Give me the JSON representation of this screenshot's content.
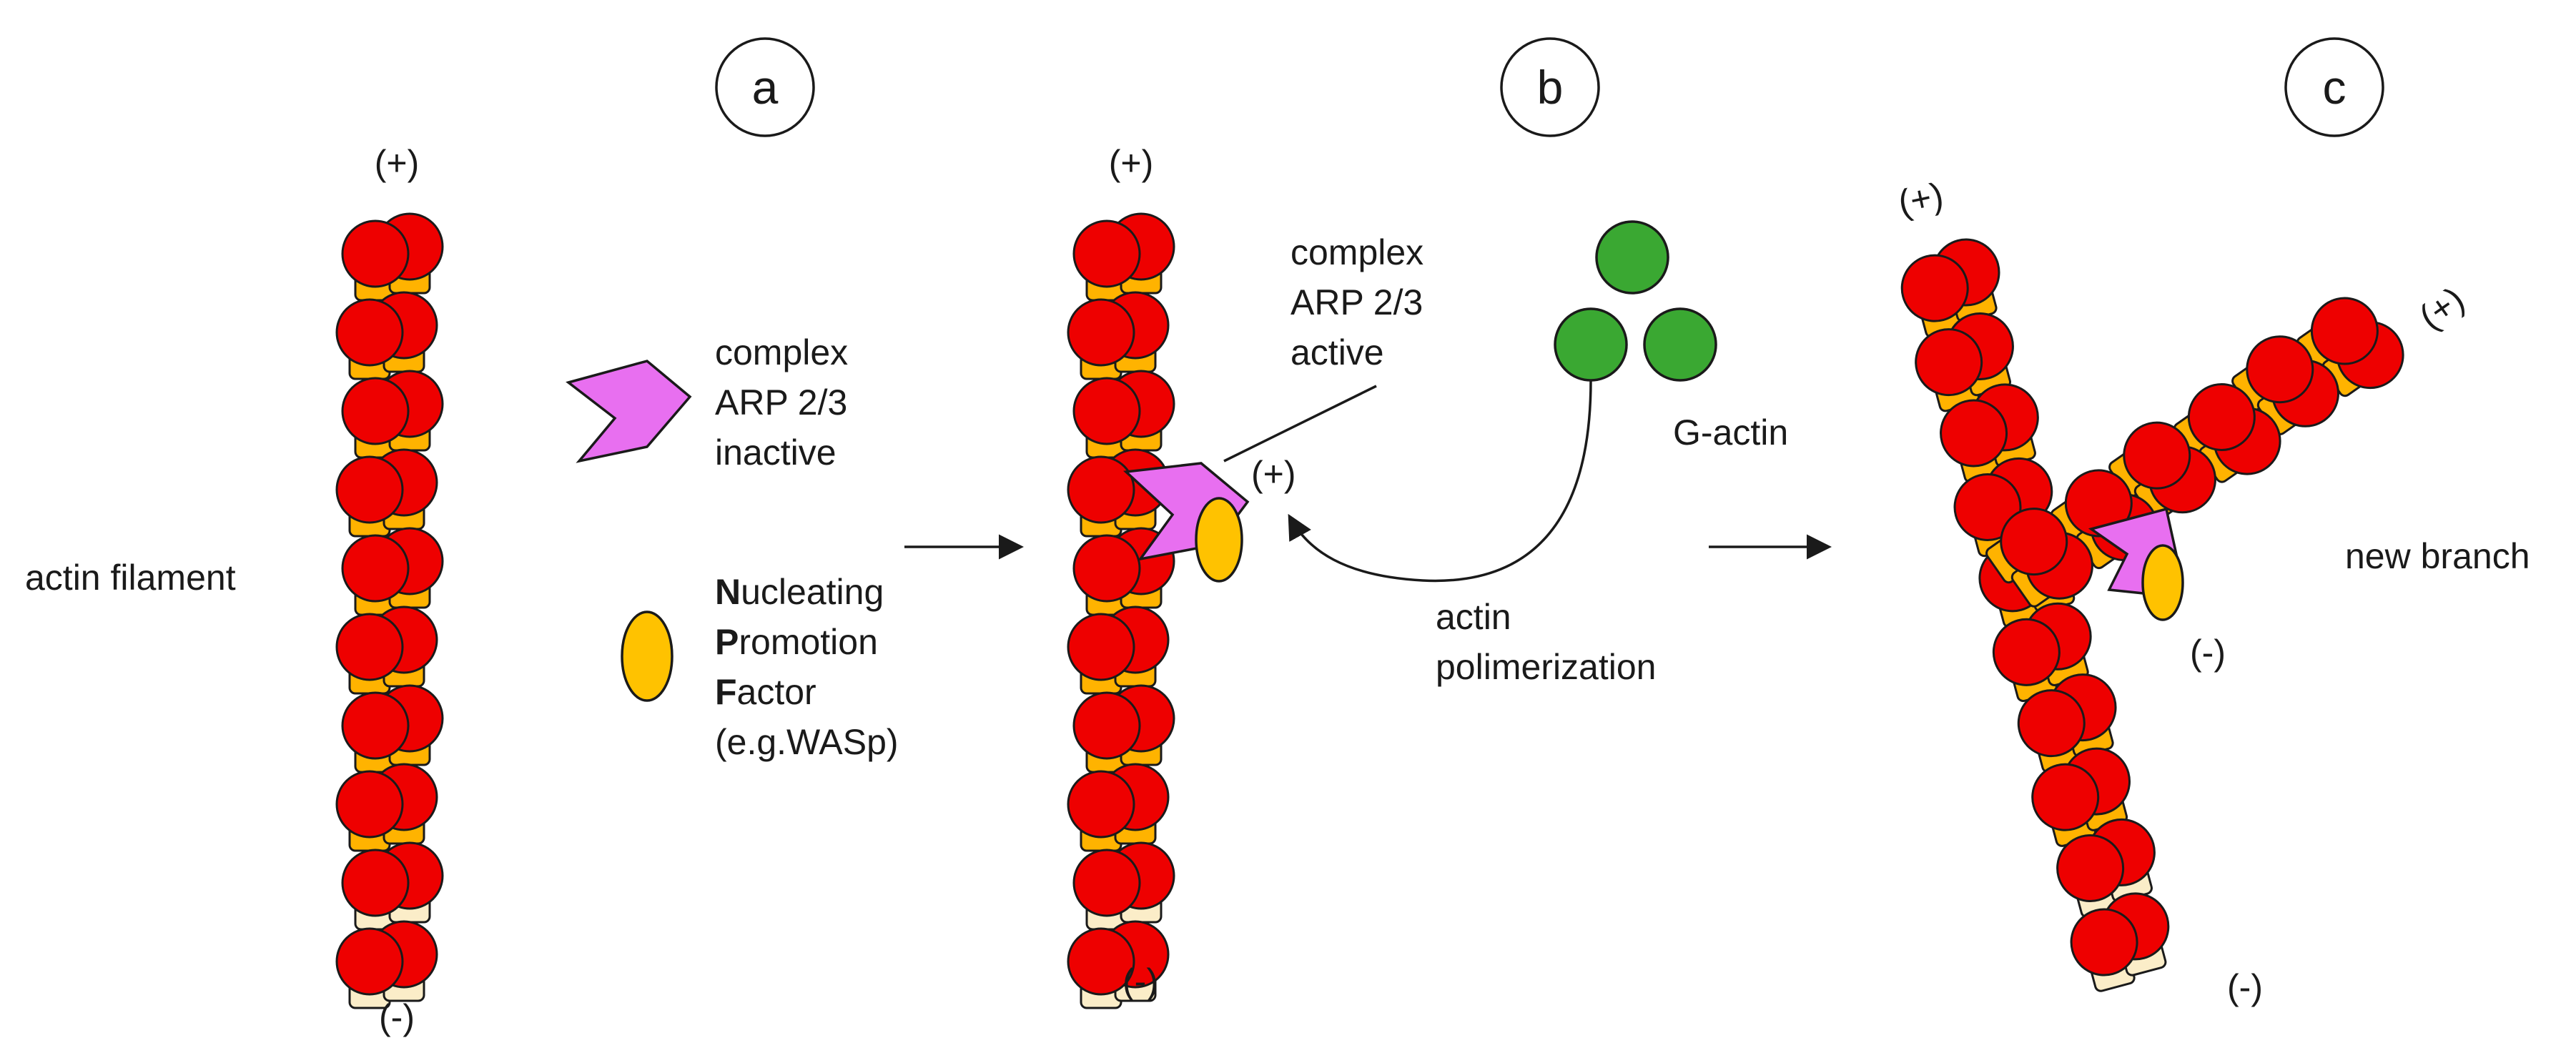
{
  "panels": {
    "a": "a",
    "b": "b",
    "c": "c"
  },
  "labels": {
    "actin_filament": "actin filament",
    "plus_end": "(+)",
    "minus_end": "(-)",
    "complex_inactive": [
      "complex",
      "ARP 2/3",
      "inactive"
    ],
    "complex_active": [
      "complex",
      "ARP 2/3",
      "active"
    ],
    "npf": {
      "line1_initial": "N",
      "line1_rest": "ucleating",
      "line2_initial": "P",
      "line2_rest": "romotion",
      "line3_initial": "F",
      "line3_rest": "actor",
      "line4": "(e.g.WASp)"
    },
    "g_actin": "G-actin",
    "polymerization": [
      "actin",
      "polimerization"
    ],
    "new_branch": "new branch"
  },
  "colors": {
    "actin_red": "#ee0000",
    "actin_orange": "#ffb300",
    "actin_pale": "#fbedc8",
    "arp_magenta": "#e86ff0",
    "npf_yellow": "#ffc200",
    "g_actin_green": "#3aa832",
    "outline": "#1a1a1a"
  },
  "icons": {
    "arp_complex": "arp23-chevron-icon",
    "npf": "npf-ellipse-icon",
    "g_actin": "g-actin-monomer-icon",
    "arrow": "right-arrow-icon"
  }
}
